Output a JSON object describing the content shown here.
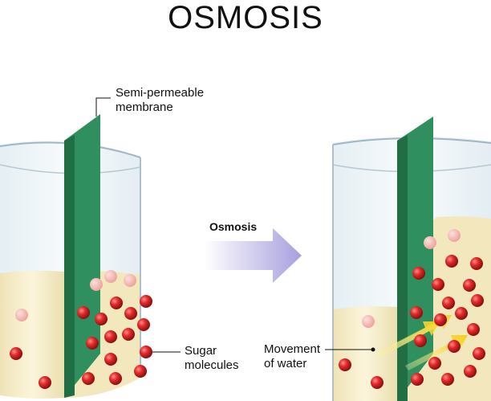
{
  "title": "OSMOSIS",
  "labels": {
    "membrane_line1": "Semi-permeable",
    "membrane_line2": "membrane",
    "osmosis_arrow": "Osmosis",
    "sugar_line1": "Sugar",
    "sugar_line2": "molecules",
    "water_line1": "Movement",
    "water_line2": "of water"
  },
  "colors": {
    "membrane": "#2f8f5e",
    "membrane_dark": "#1f6e44",
    "solution": "#f6edc8",
    "molecule": "#d42a2a",
    "water_arrow": "#f2d12a",
    "osmosis_arrow": "#b9b2e2"
  }
}
